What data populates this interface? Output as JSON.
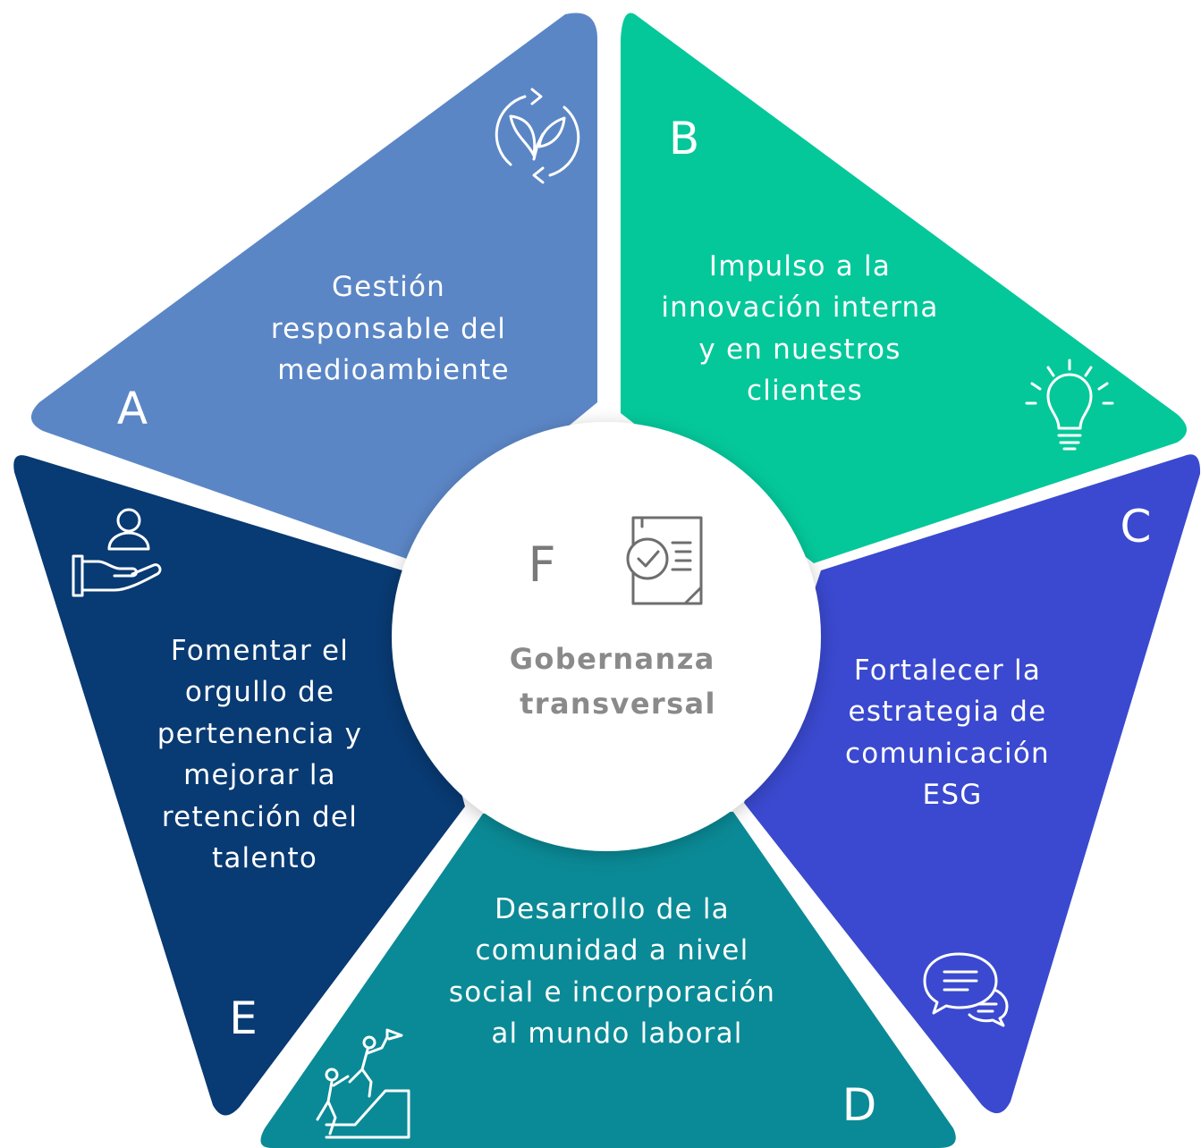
{
  "colors": {
    "segment_a": "#5b86c6",
    "segment_b": "#04c89a",
    "segment_c": "#3a49cf",
    "segment_d": "#0a8a96",
    "segment_e": "#083a73",
    "center_fill": "#ffffff",
    "center_text": "#8a8a8a"
  },
  "segments": [
    {
      "id": "a",
      "letter": "A",
      "lines": [
        "Gestión",
        "responsable del",
        "medioambiente"
      ],
      "icon": "sustainability-leaf-cycle-icon"
    },
    {
      "id": "b",
      "letter": "B",
      "lines": [
        "Impulso a la",
        "innovación interna",
        "y en nuestros",
        "clientes"
      ],
      "icon": "lightbulb-icon"
    },
    {
      "id": "c",
      "letter": "C",
      "lines": [
        "Fortalecer la",
        "estrategia de",
        "comunicación",
        "ESG"
      ],
      "icon": "chat-bubbles-icon"
    },
    {
      "id": "d",
      "letter": "D",
      "lines": [
        "Desarrollo de la",
        "comunidad a nivel",
        "social e incorporación",
        "al mundo laboral"
      ],
      "icon": "climbing-people-flag-icon"
    },
    {
      "id": "e",
      "letter": "E",
      "lines": [
        "Fomentar el",
        "orgullo de",
        "pertenencia y",
        "mejorar la",
        "retención del",
        "talento"
      ],
      "icon": "hand-holding-person-icon"
    }
  ],
  "center": {
    "letter": "F",
    "lines": [
      "Gobernanza",
      "transversal"
    ],
    "icon": "checked-document-icon"
  }
}
